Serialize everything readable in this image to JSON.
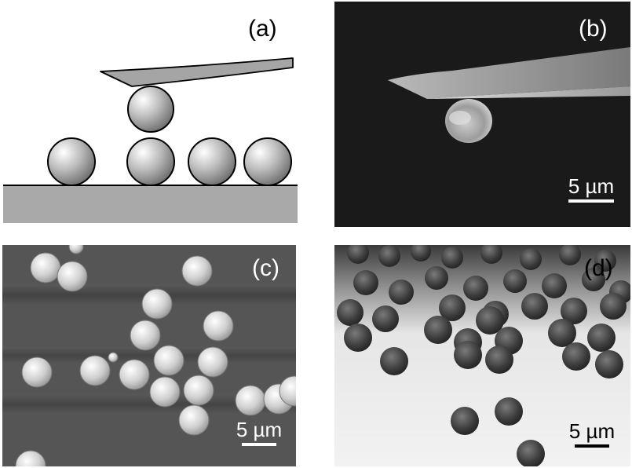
{
  "figure": {
    "panels": [
      {
        "label": "(a)",
        "kind": "schematic"
      },
      {
        "label": "(b)",
        "kind": "sem",
        "scale_bar": "5 µm"
      },
      {
        "label": "(c)",
        "kind": "sem",
        "scale_bar": "5 µm"
      },
      {
        "label": "(d)",
        "kind": "sem",
        "scale_bar": "5 µm"
      }
    ]
  }
}
